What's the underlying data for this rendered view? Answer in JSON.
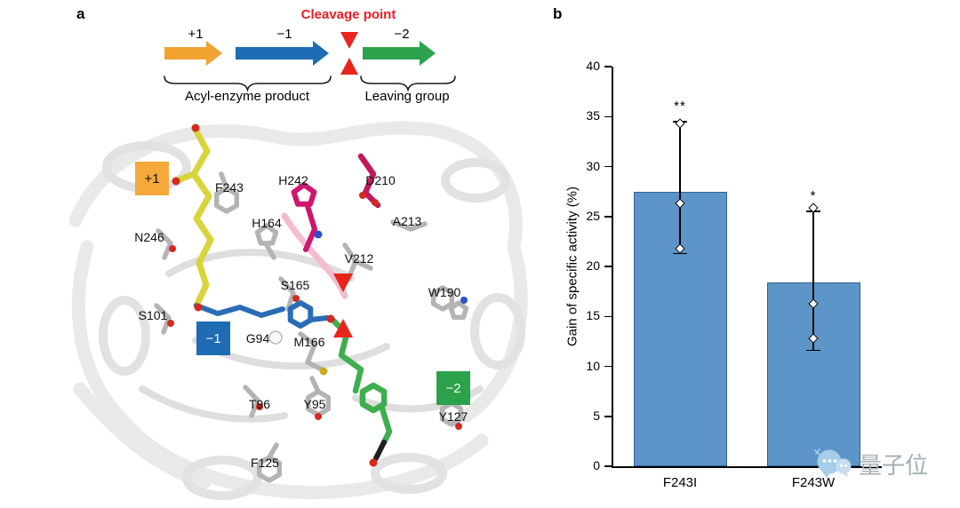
{
  "figure": {
    "panel_a_label": "a",
    "panel_b_label": "b"
  },
  "panel_a": {
    "cleavage_point": "Cleavage point",
    "arrows": [
      {
        "label": "+1",
        "color": "#f0a330"
      },
      {
        "label": "−1",
        "color": "#1e6cb3"
      },
      {
        "label": "−2",
        "color": "#2ca24c"
      }
    ],
    "braces": [
      {
        "label": "Acyl-enzyme product"
      },
      {
        "label": "Leaving group"
      }
    ],
    "site_boxes": [
      {
        "label": "+1",
        "color": "#f5a93b",
        "text_color": "#111111"
      },
      {
        "label": "−1",
        "color": "#1e6cb3",
        "text_color": "#ffffff"
      },
      {
        "label": "−2",
        "color": "#2ca24c",
        "text_color": "#ffffff"
      }
    ],
    "residues": [
      "F243",
      "H242",
      "D210",
      "N246",
      "H164",
      "A213",
      "V212",
      "S165",
      "W190",
      "S101",
      "G94",
      "M166",
      "T96",
      "Y95",
      "Y127",
      "F125"
    ],
    "cleavage_marker_color": "#e8251c"
  },
  "chart_data": {
    "type": "bar",
    "title": "",
    "categories": [
      "F243I",
      "F243W"
    ],
    "values": [
      27.5,
      18.4
    ],
    "error_bars": {
      "upper": [
        34.5,
        25.5
      ],
      "lower": [
        21.3,
        11.6
      ]
    },
    "points": [
      [
        34.3,
        26.3,
        21.8
      ],
      [
        25.9,
        16.3,
        12.8
      ]
    ],
    "significance": [
      "**",
      "*"
    ],
    "ylabel": "Gain of specific activity (%)",
    "xlabel": "",
    "ylim": [
      0,
      40
    ],
    "yticks": [
      0,
      5,
      10,
      15,
      20,
      25,
      30,
      35,
      40
    ],
    "bar_color": "#5d95c8",
    "legend": "none",
    "grid": false
  },
  "watermark": {
    "text": "量子位",
    "icon": "qbitai-wechat-icon"
  }
}
